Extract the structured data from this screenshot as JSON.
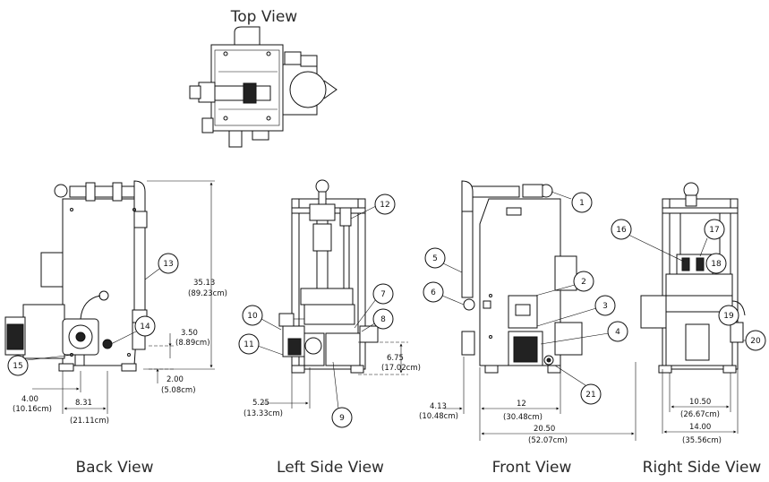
{
  "views": {
    "top": "Top View",
    "back": "Back View",
    "left": "Left Side View",
    "front": "Front View",
    "right": "Right Side View"
  },
  "dims": {
    "height_in": "35.13",
    "height_cm": "(89.23cm)",
    "d350_in": "3.50",
    "d350_cm": "(8.89cm)",
    "d200_in": "2.00",
    "d200_cm": "(5.08cm)",
    "d400_in": "4.00",
    "d400_cm": "(10.16cm)",
    "d831_in": "8.31",
    "d831_cm": "(21.11cm)",
    "d675_in": "6.75",
    "d675_cm": "(17.02cm)",
    "d525_in": "5.25",
    "d525_cm": "(13.33cm)",
    "d413_in": "4.13",
    "d413_cm": "(10.48cm)",
    "d12_in": "12",
    "d12_cm": "(30.48cm)",
    "d2050_in": "20.50",
    "d2050_cm": "(52.07cm)",
    "d1050_in": "10.50",
    "d1050_cm": "(26.67cm)",
    "d1400_in": "14.00",
    "d1400_cm": "(35.56cm)"
  },
  "balloons": [
    "1",
    "2",
    "3",
    "4",
    "5",
    "6",
    "7",
    "8",
    "9",
    "10",
    "11",
    "12",
    "13",
    "14",
    "15",
    "16",
    "17",
    "18",
    "19",
    "20",
    "21"
  ]
}
